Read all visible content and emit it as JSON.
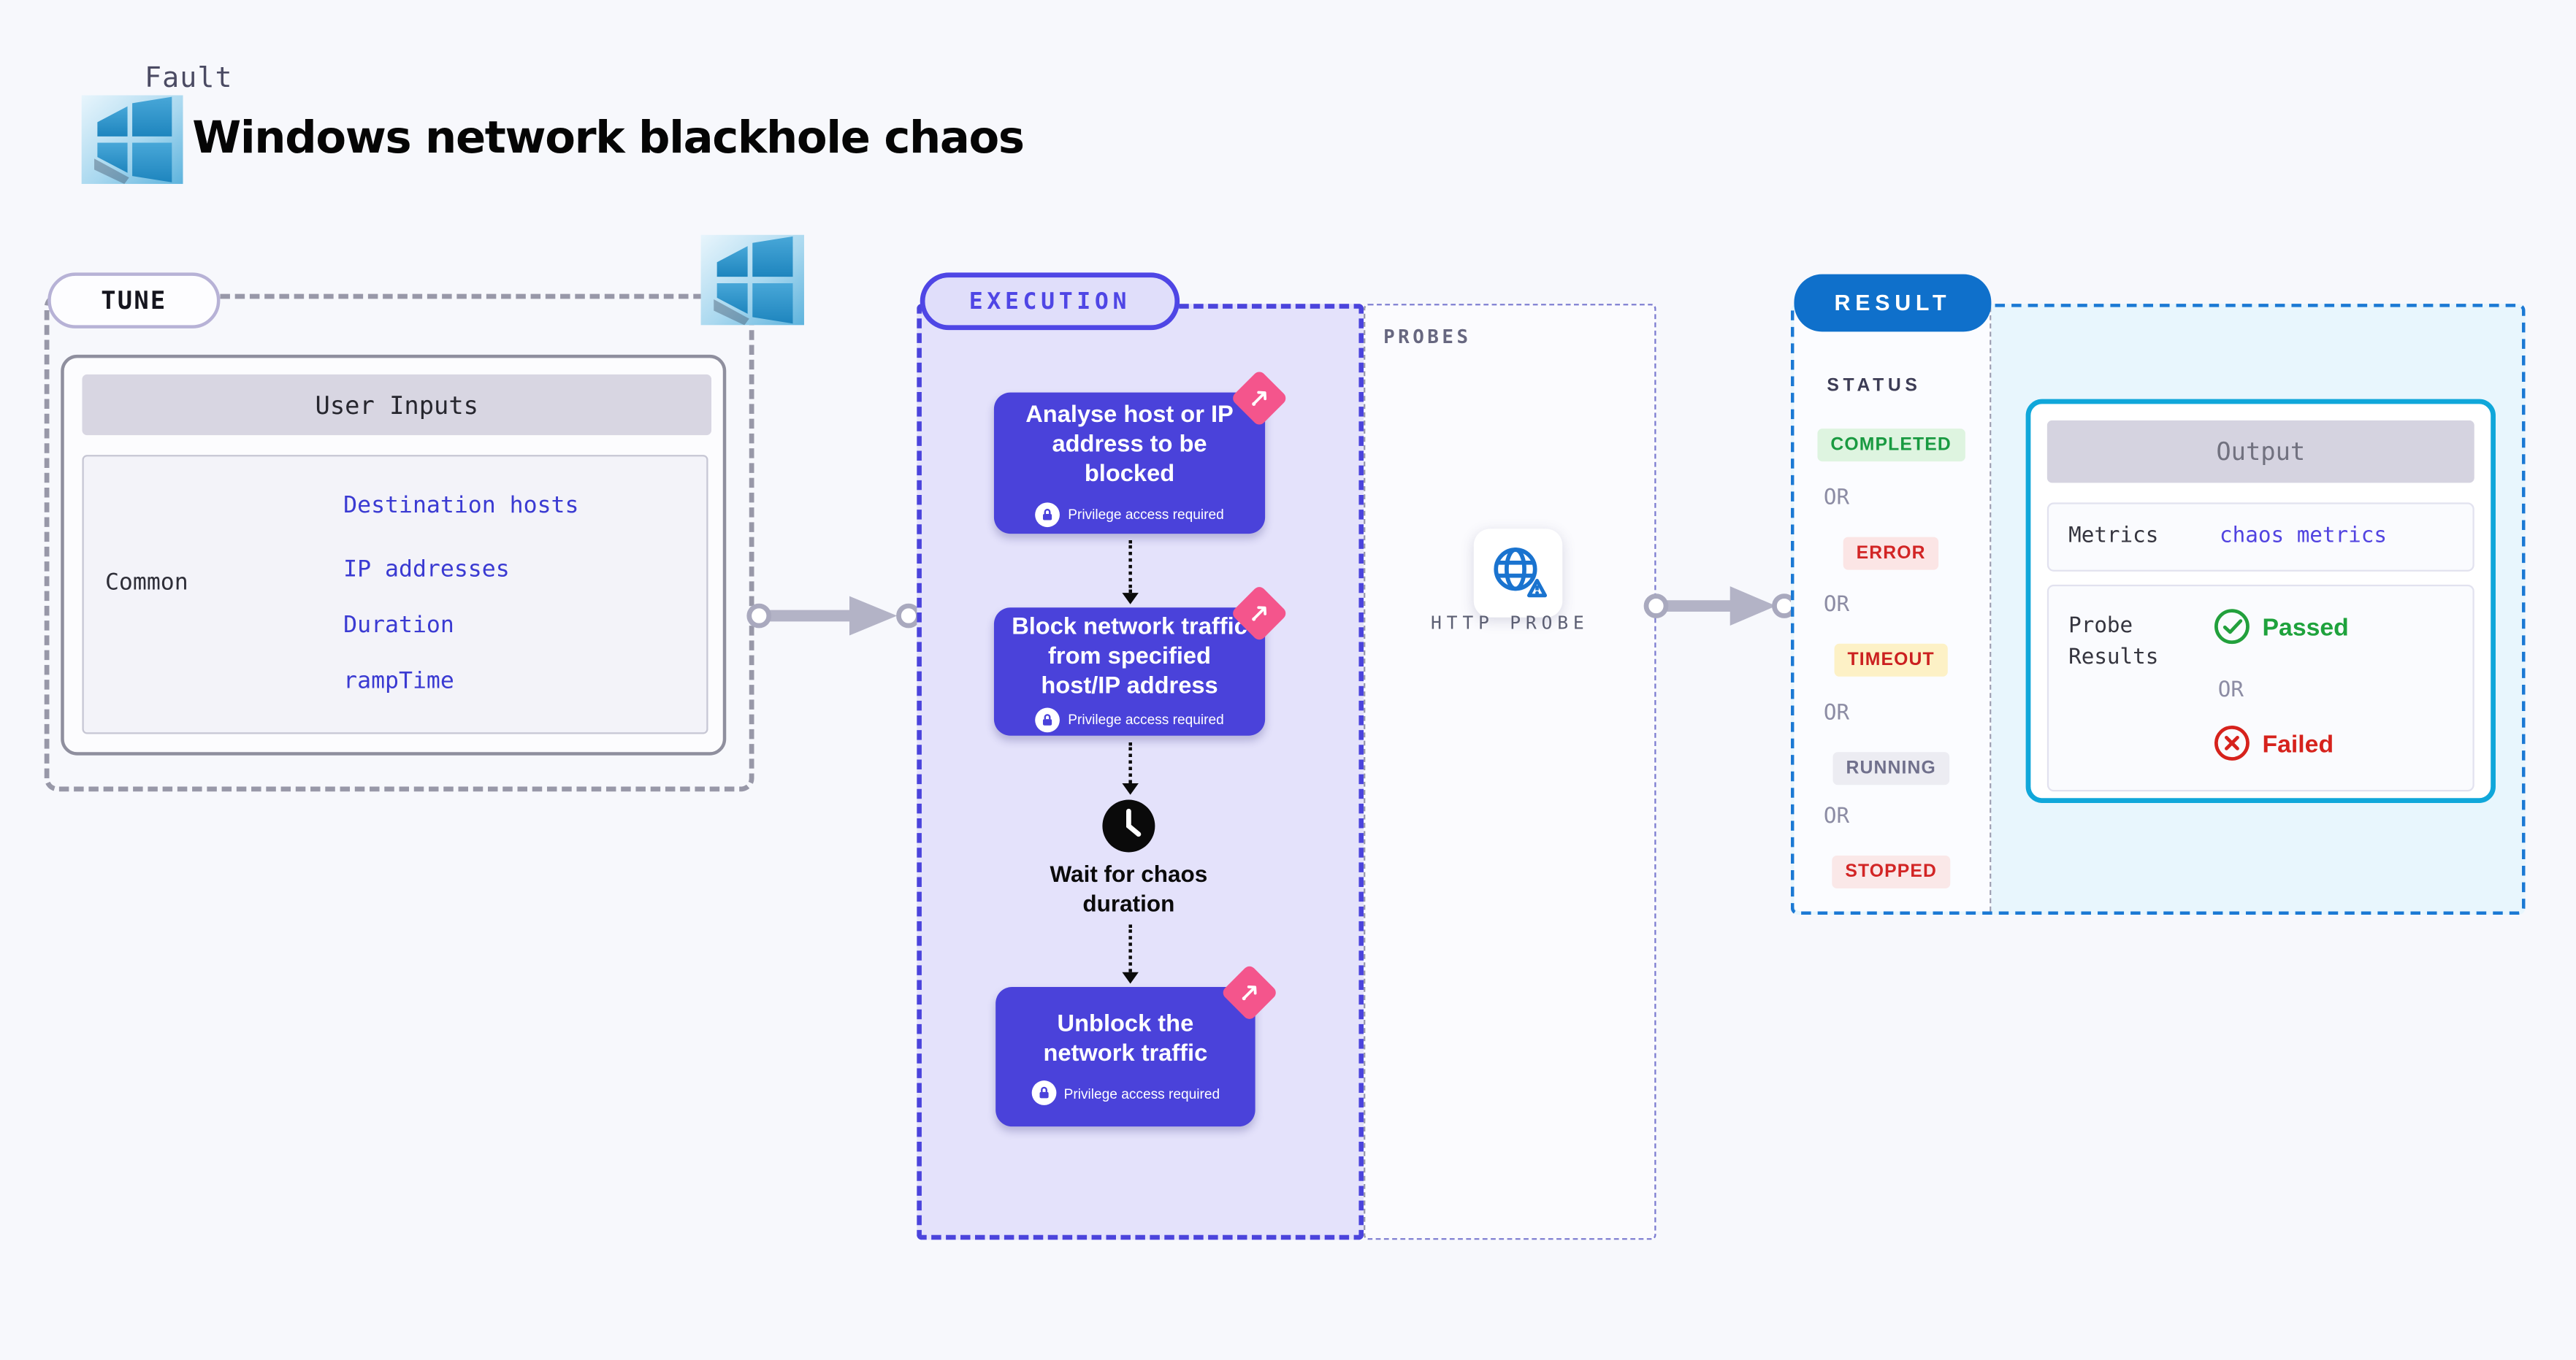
{
  "header": {
    "fault_label": "Fault",
    "title": "Windows network blackhole chaos",
    "icon": "windows-logo"
  },
  "tune": {
    "label": "TUNE",
    "icon": "windows-logo",
    "user_inputs": {
      "title": "User Inputs",
      "category": "Common",
      "fields": [
        {
          "label": "Destination hosts"
        },
        {
          "label": "IP addresses"
        },
        {
          "label": "Duration"
        },
        {
          "label": "rampTime"
        }
      ]
    }
  },
  "execution": {
    "label": "EXECUTION",
    "steps": [
      {
        "title": "Analyse host or IP address to be blocked",
        "note": "Privilege access required",
        "badge_icon": "chaos-corner-badge",
        "note_icon": "lock-icon"
      },
      {
        "title": "Block network traffic from specified host/IP address",
        "note": "Privilege access required",
        "badge_icon": "chaos-corner-badge",
        "note_icon": "lock-icon"
      },
      {
        "title": "Unblock the network traffic",
        "note": "Privilege access required",
        "badge_icon": "chaos-corner-badge",
        "note_icon": "lock-icon"
      }
    ],
    "wait_label": "Wait for chaos duration",
    "wait_icon": "clock-icon"
  },
  "probes": {
    "label": "PROBES",
    "probe_name": "HTTP PROBE",
    "probe_icon": "globe-alert-icon"
  },
  "result": {
    "label": "RESULT",
    "status_title": "STATUS",
    "or_label": "OR",
    "statuses": [
      {
        "label": "COMPLETED",
        "kind": "green"
      },
      {
        "label": "ERROR",
        "kind": "red"
      },
      {
        "label": "TIMEOUT",
        "kind": "yellow"
      },
      {
        "label": "RUNNING",
        "kind": "grey"
      },
      {
        "label": "STOPPED",
        "kind": "pink"
      }
    ],
    "output": {
      "title": "Output",
      "metrics_label": "Metrics",
      "metrics_link": "chaos metrics",
      "probe_results_label": "Probe Results",
      "passed_label": "Passed",
      "failed_label": "Failed",
      "or_label": "OR",
      "passed_icon": "check-circle-icon",
      "failed_icon": "x-circle-icon"
    }
  },
  "colors": {
    "page_bg": "#f7f8fc",
    "indigo_node": "#4a42da",
    "execution_border": "#4f46e5",
    "execution_fill": "#e4e2fb",
    "result_pill": "#0f70cb",
    "result_border": "#1b79d4",
    "result_fill": "#e8f6fd",
    "output_border": "#10a7da",
    "badge_pink": "#f4558c",
    "link_indigo": "#3a3ad2",
    "passed_green": "#1ea23c",
    "failed_red": "#d6221c",
    "arrow_grey": "#b3b3c6"
  }
}
